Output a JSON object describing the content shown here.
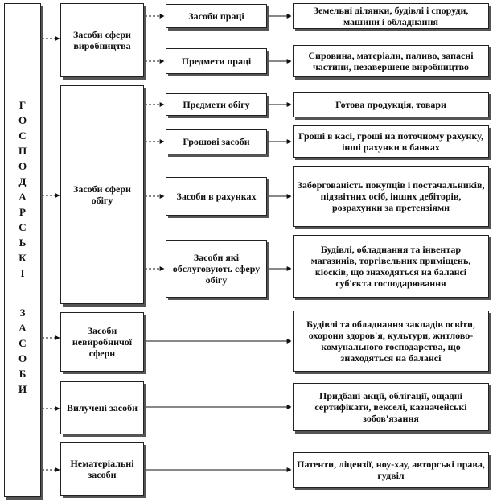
{
  "root": {
    "word1": [
      "Г",
      "О",
      "С",
      "П",
      "О",
      "Д",
      "А",
      "Р",
      "С",
      "Ь",
      "К",
      "І"
    ],
    "word2": [
      "З",
      "А",
      "С",
      "О",
      "Б",
      "И"
    ]
  },
  "categories": [
    {
      "label": "Засоби сфери виробництва"
    },
    {
      "label": "Засоби сфери обігу"
    },
    {
      "label": "Засоби невиробничої сфери"
    },
    {
      "label": "Вилучені засоби"
    },
    {
      "label": "Нематеріальні засоби"
    }
  ],
  "subcategories": [
    {
      "label": "Засоби праці"
    },
    {
      "label": "Предмети праці"
    },
    {
      "label": "Предмети обігу"
    },
    {
      "label": "Грошові засоби"
    },
    {
      "label": "Засоби в рахунках"
    },
    {
      "label": "Засоби які обслуговують сферу обігу"
    }
  ],
  "details": [
    {
      "label": "Земельні ділянки, будівлі і споруди, машини і обладнання"
    },
    {
      "label": "Сировина, матеріали, паливо, запасні частини, незавершене виробництво"
    },
    {
      "label": "Готова продукція,   товари"
    },
    {
      "label": "Гроші в касі, гроші на поточному рахунку, інші рахунки в банках"
    },
    {
      "label": "Заборгованість покупців і постачальників, підзвітних осіб, інших дебіторів, розрахунки за претензіями"
    },
    {
      "label": "Будівлі, обладнання та інвентар магазинів, торгівельних приміщень, кіосків, що знаходяться на балансі суб'єкта господарювання"
    },
    {
      "label": "Будівлі та обладнання закладів освіти, охорони здоров'я, культури, житлово-комунального господарства, що знаходяться на балансі"
    },
    {
      "label": "Придбані акції, облігації, ощадні сертифікати, векселі, казначейські зобов'язання"
    },
    {
      "label": "Патенти, ліцензії, ноу-хау, авторські права, гудвіл"
    }
  ]
}
